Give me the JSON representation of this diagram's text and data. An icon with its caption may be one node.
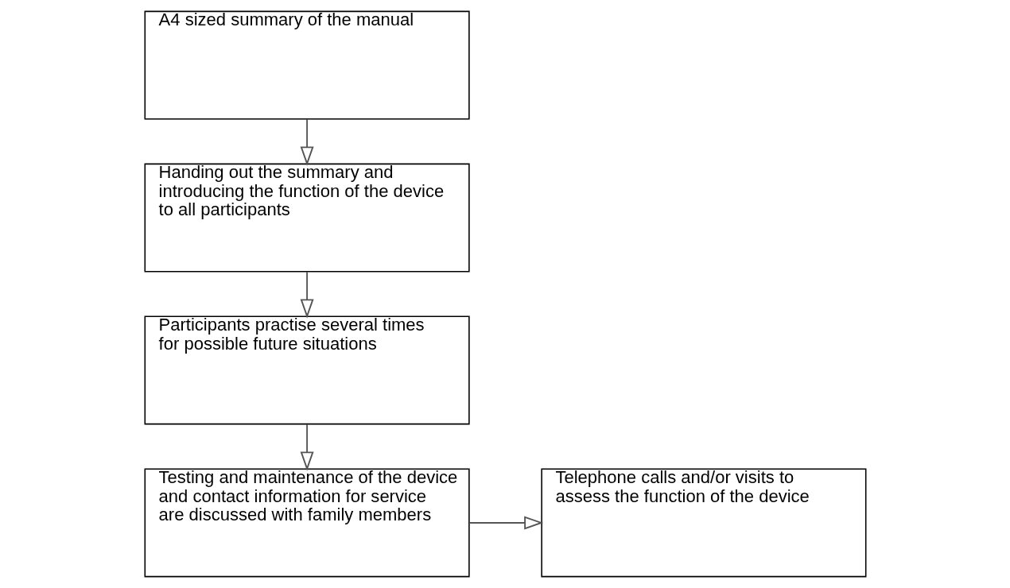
{
  "diagram": {
    "nodes": [
      {
        "text": [
          "A4 sized summary of the manual"
        ]
      },
      {
        "text": [
          "Handing out the summary and introducing the function of the device to all participants"
        ]
      },
      {
        "text": [
          "Participants practise several times for possible future situations"
        ]
      },
      {
        "text": [
          "Testing and maintenance of the device and contact information for service are discussed with family members"
        ]
      },
      {
        "text": [
          "Telephone calls and/or visits to assess the function of the device"
        ]
      }
    ],
    "edges": [
      {
        "from": 0,
        "to": 1,
        "arrow": "to"
      },
      {
        "from": 1,
        "to": 2,
        "arrow": "to"
      },
      {
        "from": 2,
        "to": 3,
        "arrow": "to"
      },
      {
        "from": 3,
        "to": 4,
        "arrow": "to"
      }
    ]
  }
}
